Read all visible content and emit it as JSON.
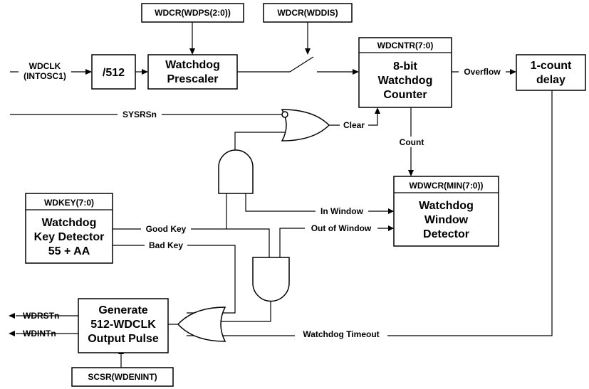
{
  "blocks": {
    "div512": "/512",
    "prescaler": [
      "Watchdog",
      "Prescaler"
    ],
    "counter": {
      "header": "WDCNTR(7:0)",
      "title": [
        "8-bit",
        "Watchdog",
        "Counter"
      ]
    },
    "delay": [
      "1-count",
      "delay"
    ],
    "key_detector": {
      "header": "WDKEY(7:0)",
      "title": [
        "Watchdog",
        "Key Detector",
        "55 + AA"
      ]
    },
    "window_detector": {
      "header": "WDWCR(MIN(7:0))",
      "title": [
        "Watchdog",
        "Window",
        "Detector"
      ]
    },
    "pulse_gen": [
      "Generate",
      "512-WDCLK",
      "Output Pulse"
    ],
    "wdps_reg": "WDCR(WDPS(2:0))",
    "wddis_reg": "WDCR(WDDIS)",
    "scsr_reg": "SCSR(WDENINT)"
  },
  "signals": {
    "wdclk": [
      "WDCLK",
      "(INTOSC1)"
    ],
    "sysrsn": "SYSRSn",
    "overflow": "Overflow",
    "clear": "Clear",
    "count": "Count",
    "in_window": "In Window",
    "out_of_window": "Out of Window",
    "good_key": "Good Key",
    "bad_key": "Bad Key",
    "timeout": "Watchdog Timeout",
    "wdrstn": "WDRSTn",
    "wdintn": "WDINTn"
  }
}
